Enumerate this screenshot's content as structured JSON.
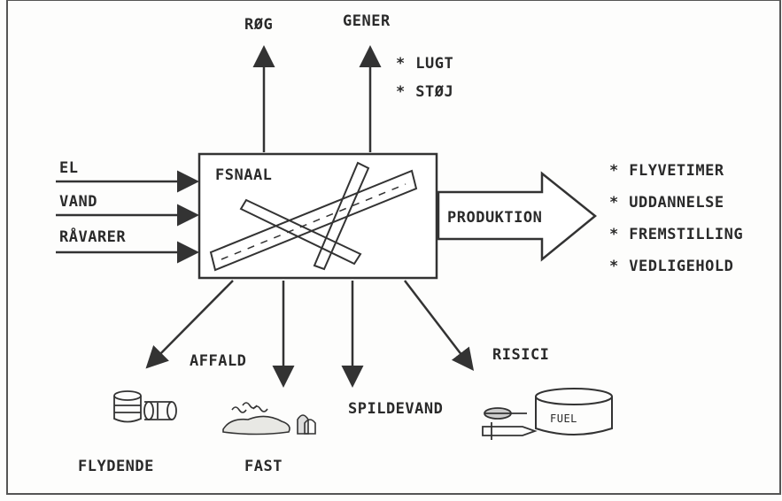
{
  "diagram": {
    "box_label": "FSNAAL",
    "top_outputs": {
      "smoke": "RØG",
      "nuisance": "GENER"
    },
    "nuisance_items": [
      "LUGT",
      "STØJ"
    ],
    "inputs": [
      "EL",
      "VAND",
      "RÅVARER"
    ],
    "production_label": "PRODUKTION",
    "production_items": [
      "FLYVETIMER",
      "UDDANNELSE",
      "FREMSTILLING",
      "VEDLIGEHOLD"
    ],
    "bullet_symbol": "*",
    "bottom": {
      "waste": "AFFALD",
      "liquid": "FLYDENDE",
      "solid": "FAST",
      "wastewater": "SPILDEVAND",
      "risks": "RISICI",
      "fuel_label": "FUEL"
    }
  }
}
